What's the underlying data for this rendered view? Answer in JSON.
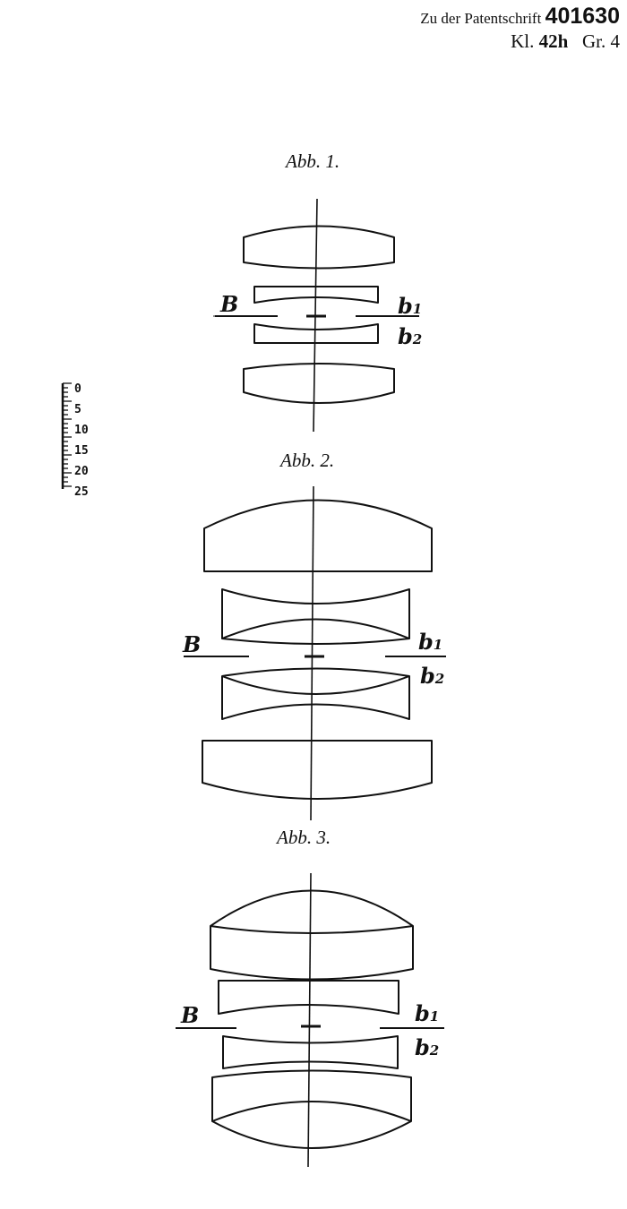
{
  "header": {
    "prefix": "Zu der Patentschrift",
    "patent_number": "401630",
    "kl_label": "Kl.",
    "kl_value": "42h",
    "gr_label": "Gr.",
    "gr_value": "4"
  },
  "figures": [
    {
      "caption": "Abb. 1."
    },
    {
      "caption": "Abb. 2."
    },
    {
      "caption": "Abb. 3."
    }
  ],
  "labels": {
    "B": "B",
    "b": "b",
    "sub1": "1",
    "sub2": "2"
  },
  "scale": {
    "ticks": [
      "0",
      "5",
      "10",
      "15",
      "20",
      "25"
    ]
  }
}
